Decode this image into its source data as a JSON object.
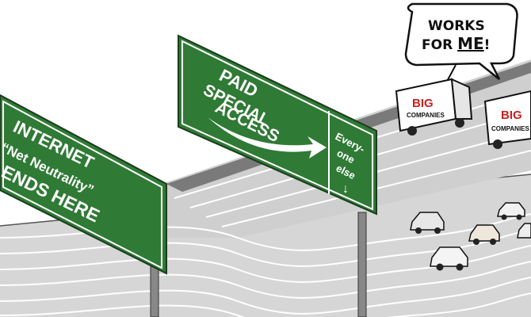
{
  "colors": {
    "sign_green": "#2f7a35",
    "sign_border": "#ffffff",
    "road_light": "#d9d9d9",
    "road_dark": "#b9b9b9",
    "lane_line": "#ffffff",
    "truck_red": "#cc1f1f",
    "ink": "#111111"
  },
  "left_sign": {
    "line1": "INTERNET",
    "line2": "“Net Neutrality”",
    "line3": "ENDS HERE"
  },
  "paid_sign": {
    "line1": "PAID",
    "line2": "SPECIAL",
    "line3": "ACCESS"
  },
  "exit_sign": {
    "line1": "Every-",
    "line2": "one",
    "line3": "else",
    "arrow": "↓"
  },
  "speech_bubble": {
    "line1": "WORKS",
    "line2_prefix": "FOR ",
    "line2_emphasis": "ME",
    "line2_suffix": "!"
  },
  "trucks": [
    {
      "brand": "BIG",
      "sub": "COMPANIES"
    },
    {
      "brand": "BIG",
      "sub": "COMPANIES"
    }
  ],
  "icons": [
    "highway-sign",
    "delivery-truck",
    "car",
    "speech-bubble",
    "down-arrow"
  ]
}
